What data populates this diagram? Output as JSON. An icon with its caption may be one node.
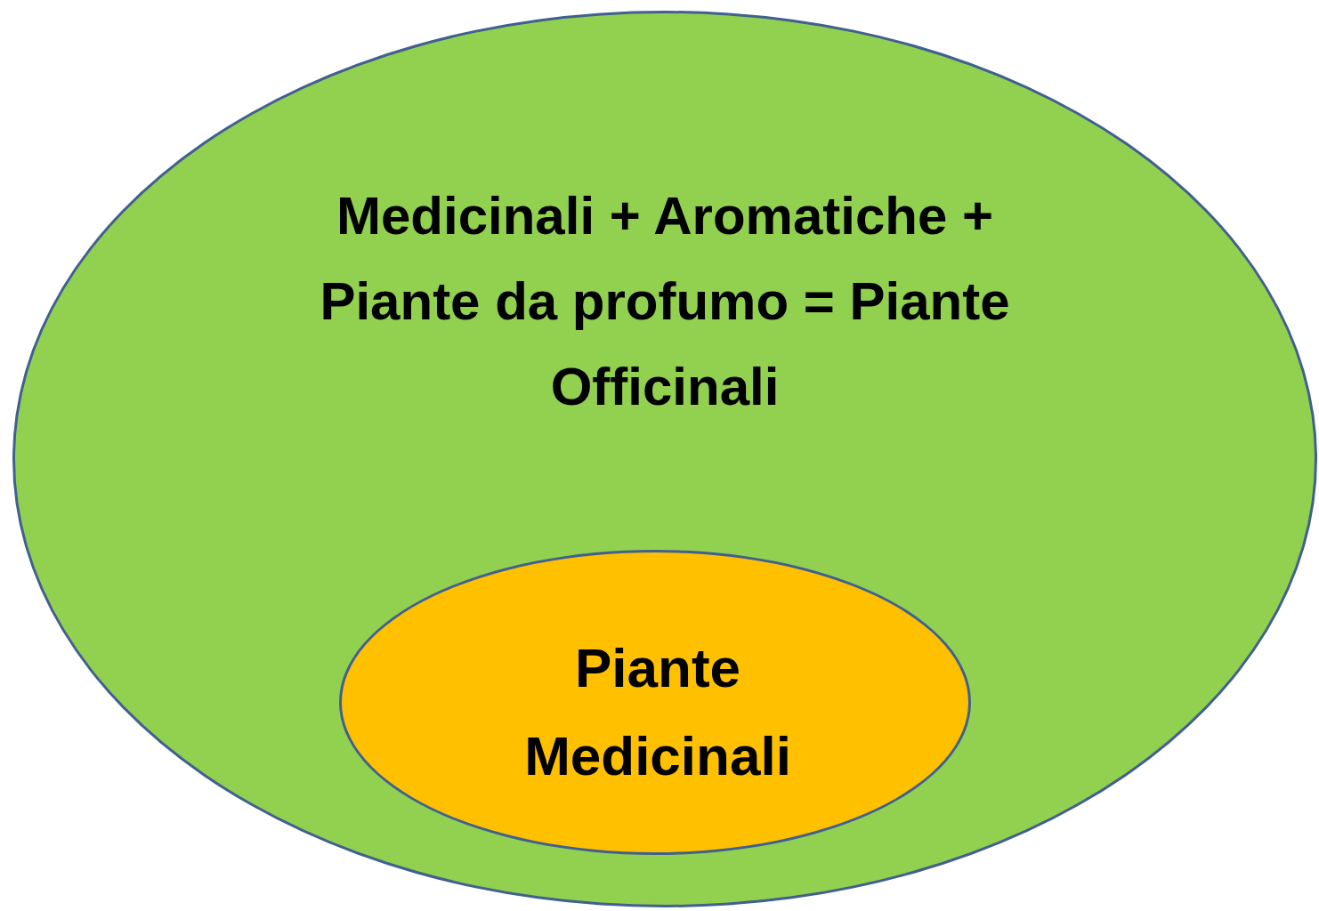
{
  "diagram": {
    "nodes": [
      {
        "text": [
          "Medicinali + Aromatiche + Piante da profumo = Piante Officinali"
        ]
      },
      {
        "text": [
          "Piante Medicinali"
        ],
        "in": 0
      }
    ]
  }
}
